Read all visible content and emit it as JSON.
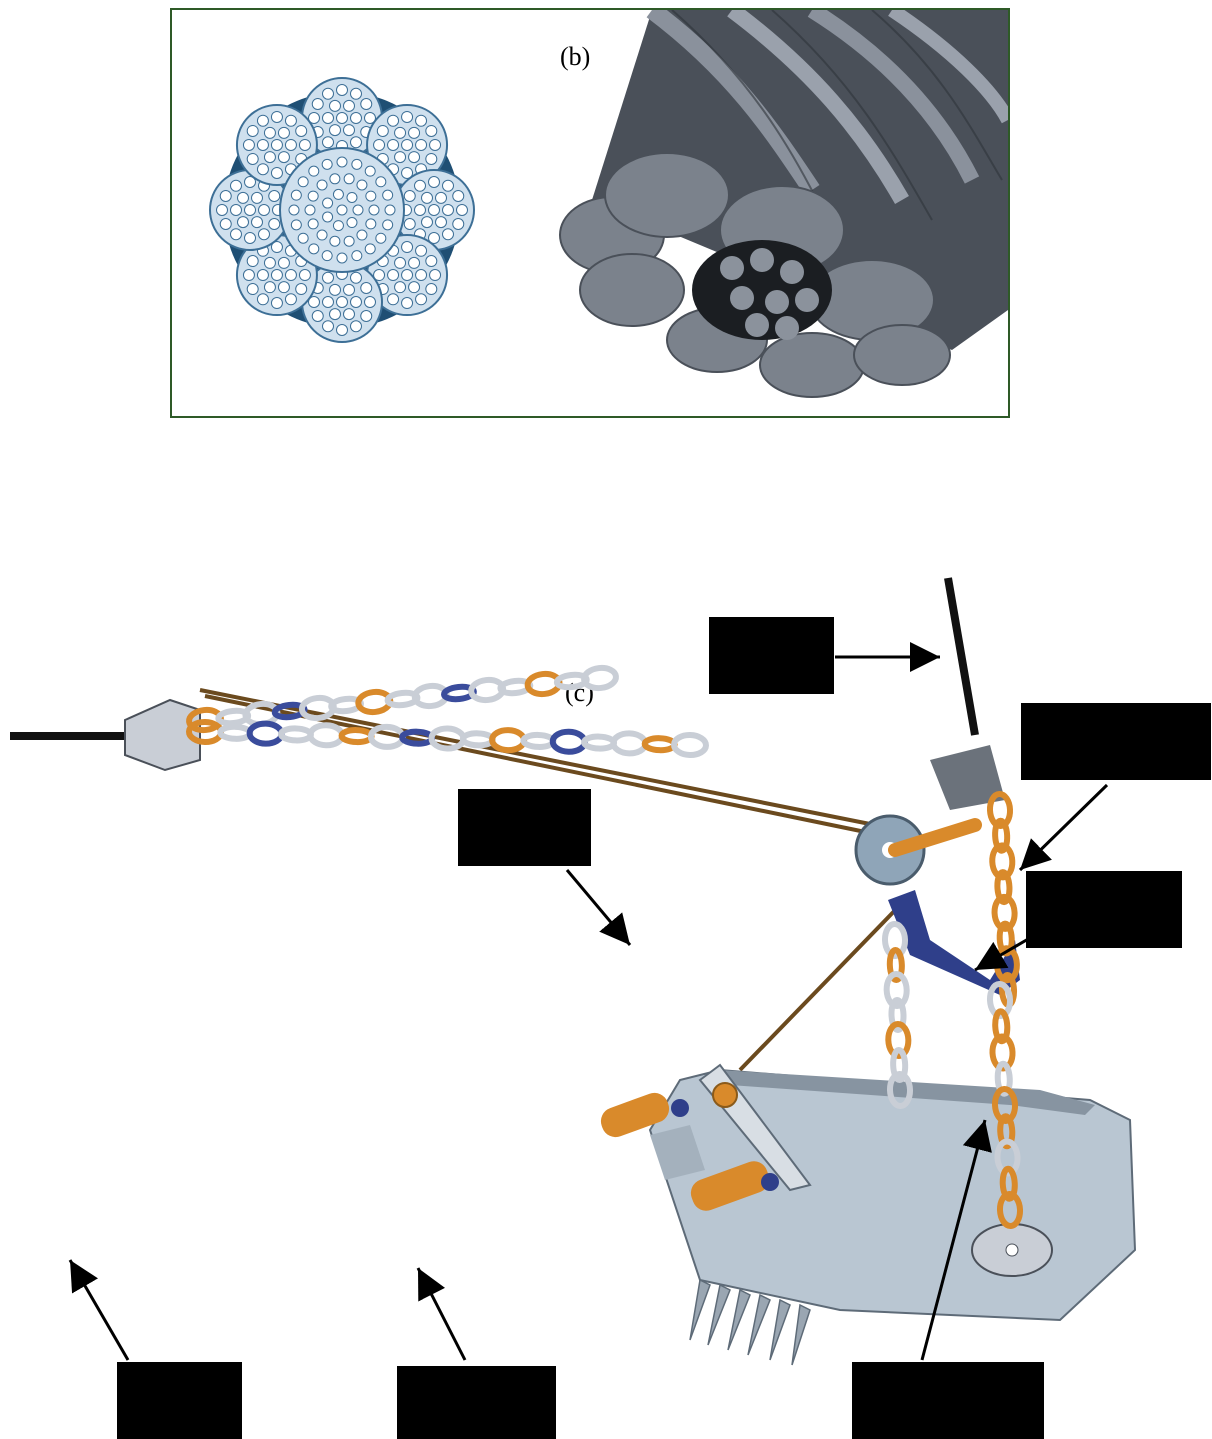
{
  "panel_b": {
    "label": "(b)"
  },
  "panel_c": {
    "label": "(c)"
  },
  "colors": {
    "frame": "#2e5a27",
    "strand_fill": "#cfe0ee",
    "strand_edge": "#3d6f96",
    "core_fill": "#1f4f74",
    "rope_dark": "#3a3f47",
    "rope_mid": "#6d7480",
    "bucket": "#b9c6d2",
    "bucket_shadow": "#8794a1",
    "orange": "#d98a2b",
    "blue": "#3a4c9c",
    "silver": "#c9ced6",
    "cable": "#6b4a1e",
    "label_box": "#000000"
  },
  "icons": [
    "wire-rope-cross-section",
    "wire-rope-3d",
    "dragline-bucket",
    "arrow"
  ]
}
